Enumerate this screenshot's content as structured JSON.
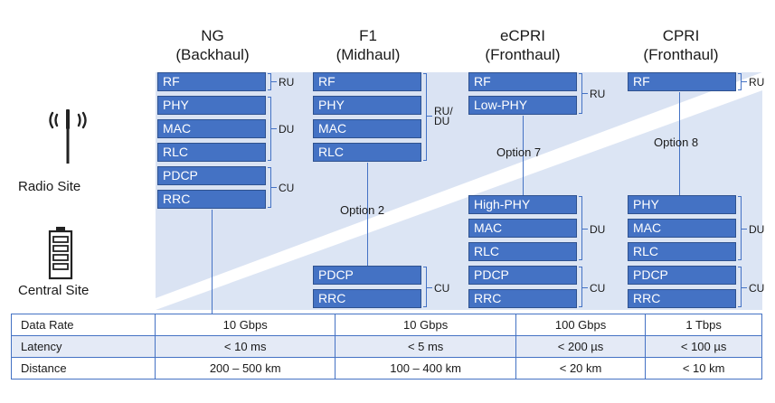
{
  "headers": [
    {
      "line1": "NG",
      "line2": "(Backhaul)"
    },
    {
      "line1": "F1",
      "line2": "(Midhaul)"
    },
    {
      "line1": "eCPRI",
      "line2": "(Fronthaul)"
    },
    {
      "line1": "CPRI",
      "line2": "(Fronthaul)"
    }
  ],
  "sites": {
    "radio": "Radio Site",
    "central": "Central Site"
  },
  "options": {
    "opt2": "Option 2",
    "opt7": "Option 7",
    "opt8": "Option 8"
  },
  "col1": {
    "blocks": [
      "RF",
      "PHY",
      "MAC",
      "RLC",
      "PDCP",
      "RRC"
    ],
    "groups": [
      "RU",
      "DU",
      "CU"
    ]
  },
  "col2": {
    "blocks": [
      "RF",
      "PHY",
      "MAC",
      "RLC",
      "PDCP",
      "RRC"
    ],
    "groups": [
      "RU/\nDU",
      "CU"
    ]
  },
  "col3": {
    "blocks": [
      "RF",
      "Low-PHY",
      "High-PHY",
      "MAC",
      "RLC",
      "PDCP",
      "RRC"
    ],
    "groups": [
      "RU",
      "DU",
      "CU"
    ]
  },
  "col4": {
    "blocks": [
      "RF",
      "PHY",
      "MAC",
      "RLC",
      "PDCP",
      "RRC"
    ],
    "groups": [
      "RU",
      "DU",
      "CU"
    ]
  },
  "table": {
    "rows": [
      {
        "label": "Data Rate",
        "values": [
          "10 Gbps",
          "10 Gbps",
          "100 Gbps",
          "1 Tbps"
        ]
      },
      {
        "label": "Latency",
        "values": [
          "< 10 ms",
          "< 5 ms",
          "< 200 µs",
          "< 100 µs"
        ]
      },
      {
        "label": "Distance",
        "values": [
          "200 – 500 km",
          "100 – 400 km",
          "< 20 km",
          "< 10 km"
        ]
      }
    ]
  },
  "colors": {
    "block": "#4472c4",
    "band": "#dae3f3",
    "row_alt": "#e4eaf6"
  }
}
